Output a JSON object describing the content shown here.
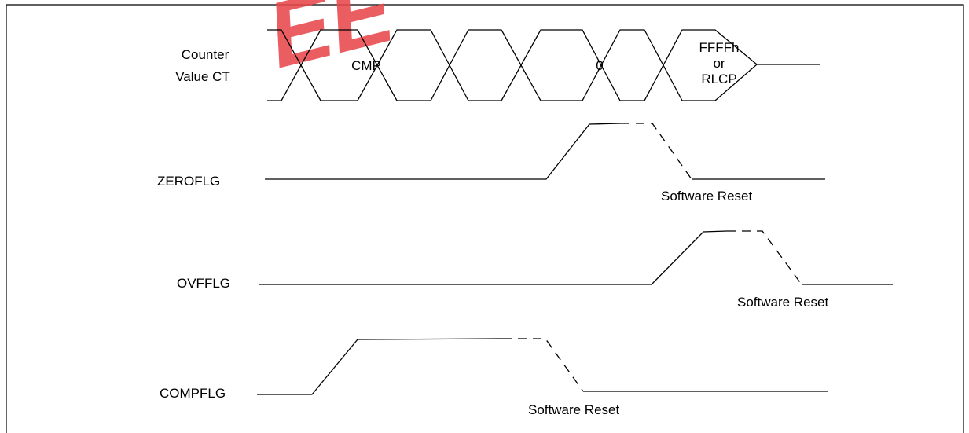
{
  "watermark": {
    "text": "EE",
    "color": "#e8474b"
  },
  "counter": {
    "label_line1": "Counter",
    "label_line2": "Value CT",
    "segments": {
      "cmp": "CMP",
      "zero": "0",
      "ffff_line1": "FFFFh",
      "ffff_line2": "or",
      "ffff_line3": "RLCP"
    }
  },
  "signals": {
    "zeroflg": {
      "label": "ZEROFLG",
      "reset_label": "Software Reset"
    },
    "ovfflg": {
      "label": "OVFFLG",
      "reset_label": "Software Reset"
    },
    "compflg": {
      "label": "COMPFLG",
      "reset_label": "Software Reset"
    }
  }
}
